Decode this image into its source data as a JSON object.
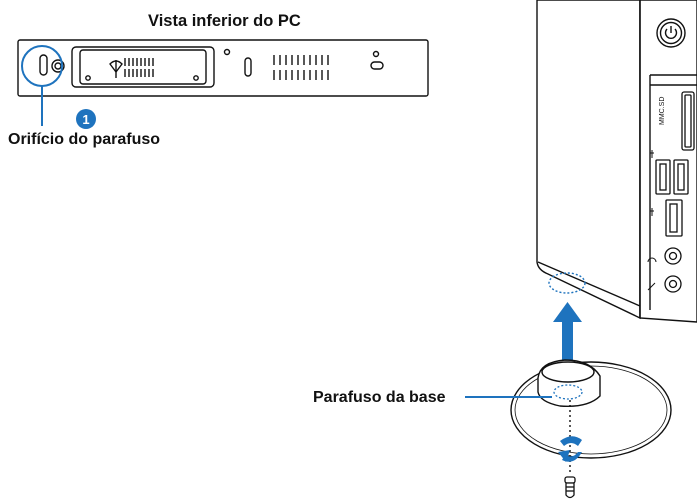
{
  "labels": {
    "title": "Vista inferior do PC",
    "screw_hole": "Orifício do parafuso",
    "base_screw": "Parafuso da base",
    "callout_number": "1",
    "card_reader": "MMC.SD"
  },
  "icons": [
    "power-icon",
    "usb-icon",
    "headphone-icon",
    "microphone-icon",
    "rotate-arrow-icon",
    "up-arrow-icon"
  ],
  "colors": {
    "accent": "#1e73be",
    "line": "#111111",
    "panel": "#ffffff"
  }
}
